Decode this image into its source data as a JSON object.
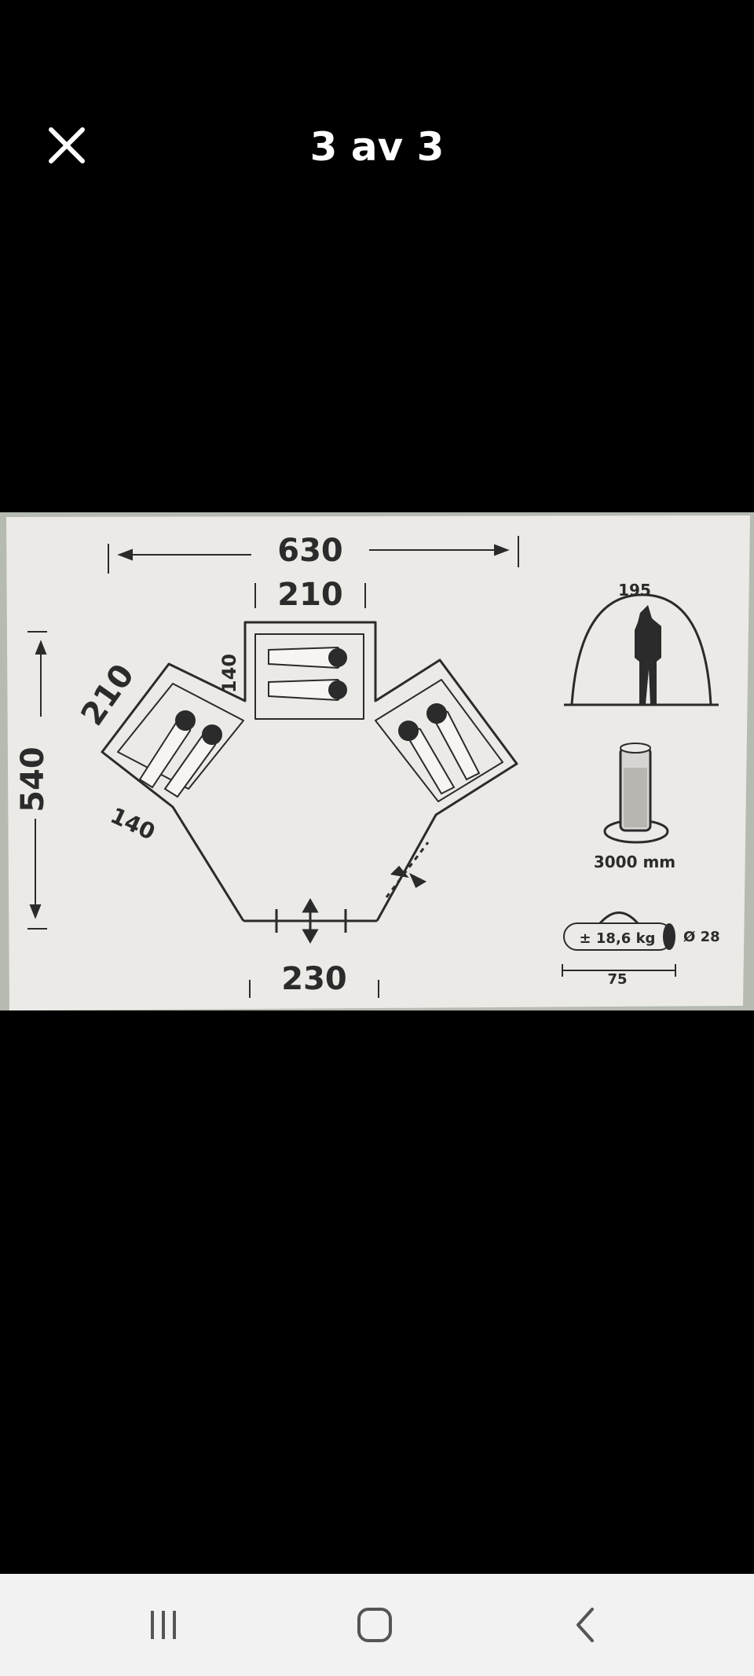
{
  "header": {
    "close_icon": "close-icon",
    "counter_text": "3 av 3"
  },
  "image": {
    "dimensions": {
      "total_width": "630",
      "center_room_width": "210",
      "center_room_depth": "140",
      "left_room_width": "210",
      "left_wall": "140",
      "total_depth": "540",
      "front_width": "230"
    },
    "specs": {
      "height": "195",
      "water_column": "3000 mm",
      "weight": "± 18,6 kg",
      "pack_diameter": "Ø 28",
      "pack_length": "75"
    }
  },
  "navbar": {
    "recents_icon": "recents-icon",
    "home_icon": "home-icon",
    "back_icon": "back-icon"
  },
  "colors": {
    "background": "#000000",
    "paper": "#eceae7",
    "ink": "#2b2b2b",
    "navbar": "#f2f2f2"
  }
}
